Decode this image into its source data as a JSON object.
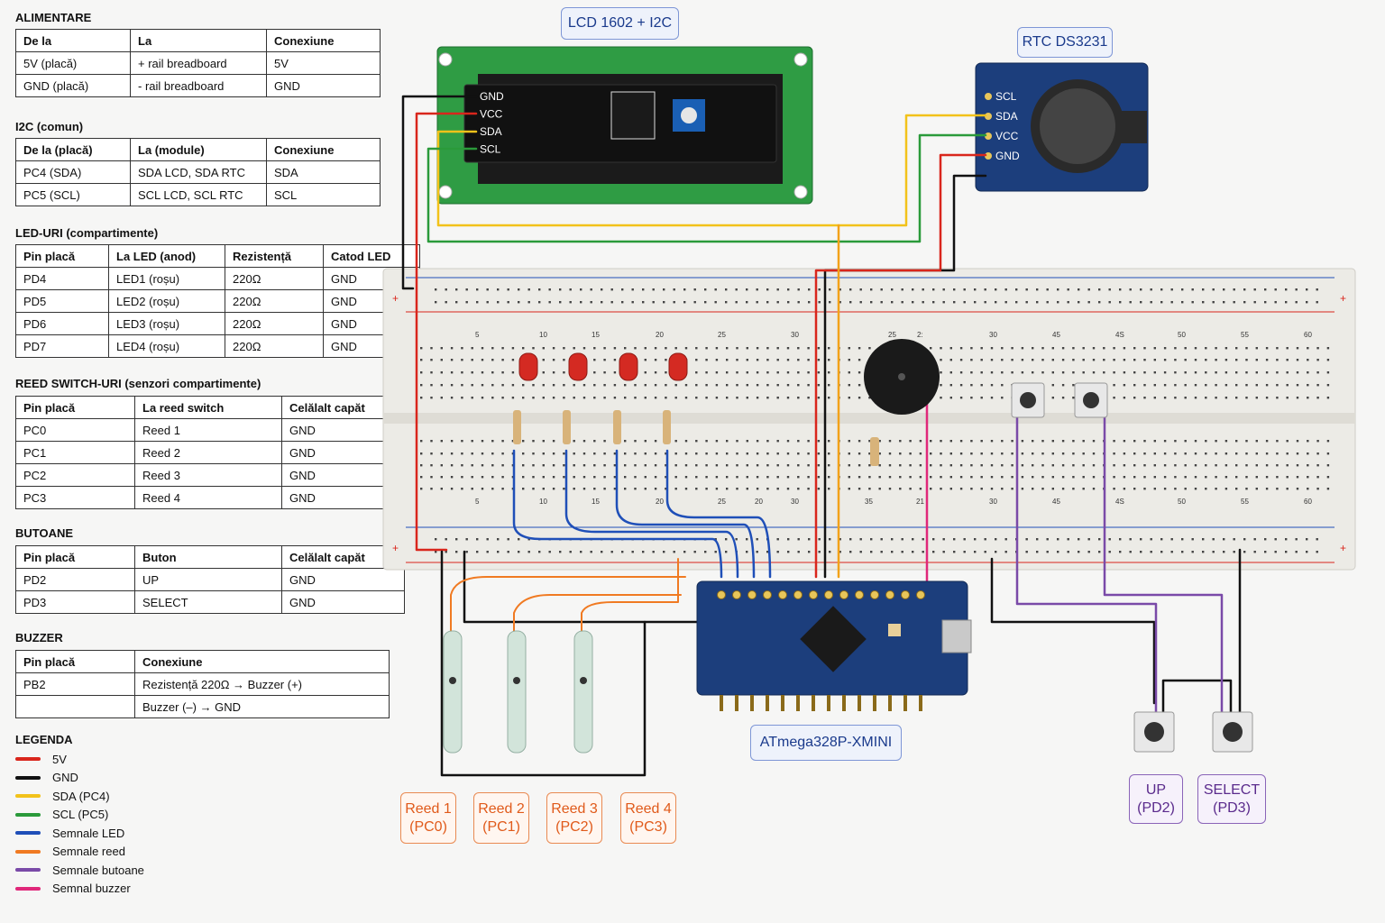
{
  "tables": {
    "alimentare": {
      "title": "ALIMENTARE",
      "headers": [
        "De la",
        "La",
        "Conexiune"
      ],
      "rows": [
        [
          "5V (placă)",
          "+ rail breadboard",
          "5V"
        ],
        [
          "GND (placă)",
          "- rail breadboard",
          "GND"
        ]
      ]
    },
    "i2c": {
      "title": "I2C (comun)",
      "headers": [
        "De la (placă)",
        "La (module)",
        "Conexiune"
      ],
      "rows": [
        [
          "PC4 (SDA)",
          "SDA LCD, SDA RTC",
          "SDA"
        ],
        [
          "PC5 (SCL)",
          "SCL LCD, SCL RTC",
          "SCL"
        ]
      ]
    },
    "leds": {
      "title": "LED-URI (compartimente)",
      "headers": [
        "Pin placă",
        "La LED (anod)",
        "Rezistență",
        "Catod LED"
      ],
      "rows": [
        [
          "PD4",
          "LED1 (roșu)",
          "220Ω",
          "GND"
        ],
        [
          "PD5",
          "LED2 (roșu)",
          "220Ω",
          "GND"
        ],
        [
          "PD6",
          "LED3 (roșu)",
          "220Ω",
          "GND"
        ],
        [
          "PD7",
          "LED4 (roșu)",
          "220Ω",
          "GND"
        ]
      ]
    },
    "reed": {
      "title": "REED SWITCH-URI (senzori compartimente)",
      "headers": [
        "Pin placă",
        "La reed switch",
        "Celălalt capăt"
      ],
      "rows": [
        [
          "PC0",
          "Reed 1",
          "GND"
        ],
        [
          "PC1",
          "Reed 2",
          "GND"
        ],
        [
          "PC2",
          "Reed 3",
          "GND"
        ],
        [
          "PC3",
          "Reed 4",
          "GND"
        ]
      ]
    },
    "butoane": {
      "title": "BUTOANE",
      "headers": [
        "Pin placă",
        "Buton",
        "Celălalt capăt"
      ],
      "rows": [
        [
          "PD2",
          "UP",
          "GND"
        ],
        [
          "PD3",
          "SELECT",
          "GND"
        ]
      ]
    },
    "buzzer": {
      "title": "BUZZER",
      "headers": [
        "Pin placă",
        "Conexiune"
      ],
      "rows": [
        [
          "PB2",
          "Rezistență 220Ω → Buzzer (+)"
        ],
        [
          "",
          "Buzzer (–) → GND"
        ]
      ]
    }
  },
  "legend": {
    "title": "LEGENDA",
    "items": [
      {
        "label": "5V",
        "color": "#d9261c"
      },
      {
        "label": "GND",
        "color": "#111111"
      },
      {
        "label": "SDA (PC4)",
        "color": "#f2c21a"
      },
      {
        "label": "SCL (PC5)",
        "color": "#2a9a3a"
      },
      {
        "label": "Semnale LED",
        "color": "#1f4fb8"
      },
      {
        "label": "Semnale reed",
        "color": "#f07a22"
      },
      {
        "label": "Semnale butoane",
        "color": "#7a4aa8"
      },
      {
        "label": "Semnal buzzer",
        "color": "#e0287a"
      }
    ]
  },
  "diagram": {
    "lcd_title": "LCD 1602 + I2C",
    "rtc_title": "RTC DS3231",
    "mcu_title": "ATmega328P-XMINI",
    "lcd_pins": [
      "GND",
      "VCC",
      "SDA",
      "SCL"
    ],
    "rtc_pins": [
      "SCL",
      "SDA",
      "VCC",
      "GND"
    ],
    "reed_labels": [
      {
        "line1": "Reed 1",
        "line2": "(PC0)"
      },
      {
        "line1": "Reed 2",
        "line2": "(PC1)"
      },
      {
        "line1": "Reed 3",
        "line2": "(PC2)"
      },
      {
        "line1": "Reed 4",
        "line2": "(PC3)"
      }
    ],
    "button_labels": [
      {
        "line1": "UP",
        "line2": "(PD2)"
      },
      {
        "line1": "SELECT",
        "line2": "(PD3)"
      }
    ],
    "breadboard_top_numbers": [
      "5",
      "10",
      "15",
      "20",
      "25",
      "30",
      "25",
      "2:",
      "30",
      "45",
      "4S",
      "50",
      "55",
      "60"
    ],
    "breadboard_bottom_numbers": [
      "5",
      "10",
      "15",
      "20",
      "25",
      "20",
      "30",
      "35",
      "21",
      "30",
      "45",
      "4S",
      "50",
      "55",
      "60"
    ],
    "rail_plus": "+"
  }
}
